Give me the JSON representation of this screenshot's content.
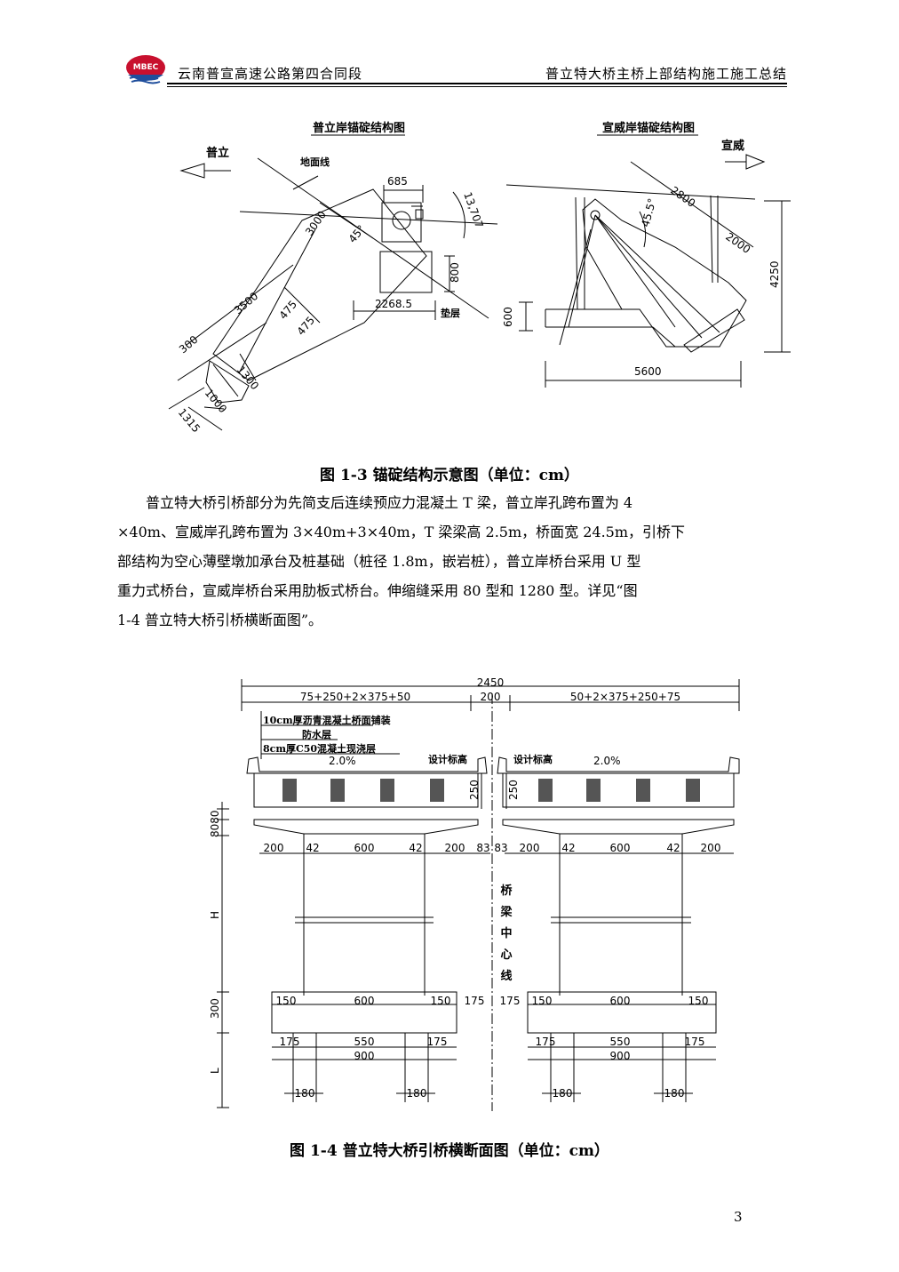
{
  "header": {
    "logo_text": "MBEC",
    "left": "云南普宣高速公路第四合同段",
    "right": "普立特大桥主桥上部结构施工施工总结"
  },
  "fig13": {
    "left_title": "普立岸锚碇结构图",
    "right_title": "宣威岸锚碇结构图",
    "left_arrow": "普立",
    "right_arrow": "宣威",
    "ground_line": "地面线",
    "cushion": "垫层",
    "d685": "685",
    "d13707": "13,707",
    "d3000": "3000",
    "d45": "45°",
    "d800": "800",
    "d22685": "2268.5",
    "d3500": "3500",
    "d475a": "475",
    "d475b": "475",
    "d300": "300",
    "d1300": "1300",
    "d1000": "1000",
    "d1315": "1315",
    "d2800": "2800",
    "d455": "45.5°",
    "d2000": "2000",
    "d4250": "4250",
    "d600": "600",
    "d5600": "5600",
    "caption": "图 1-3 锚碇结构示意图（单位：cm）"
  },
  "paragraph": [
    "普立特大桥引桥部分为先简支后连续预应力混凝土 T 梁，普立岸孔跨布置为 4",
    "×40m、宣威岸孔跨布置为 3×40m+3×40m，T 梁梁高 2.5m，桥面宽 24.5m，引桥下",
    "部结构为空心薄壁墩加承台及桩基础（桩径 1.8m，嵌岩桩），普立岸桥台采用 U 型",
    "重力式桥台，宣威岸桥台采用肋板式桥台。伸缩缝采用 80 型和 1280 型。详见“图",
    "1-4  普立特大桥引桥横断面图”。"
  ],
  "fig14": {
    "total": "2450",
    "left_span": "75+250+2×375+50",
    "mid": "200",
    "right_span": "50+2×375+250+75",
    "layer1": "10cm厚沥青混凝土桥面铺装",
    "layer2": "防水层",
    "layer3": "8cm厚C50混凝土现浇层",
    "design_level_l": "设计标高",
    "design_level_r": "设计标高",
    "slope_l": "2.0%",
    "slope_r": "2.0%",
    "h250_l": "250",
    "h250_r": "250",
    "h8080": "8080",
    "cap_dims_l": [
      "200",
      "42",
      "600",
      "42",
      "200"
    ],
    "gap": [
      "83",
      "83"
    ],
    "cap_dims_r": [
      "200",
      "42",
      "600",
      "42",
      "200"
    ],
    "H": "H",
    "center_text": [
      "桥",
      "梁",
      "中",
      "心",
      "线"
    ],
    "h300": "300",
    "footing_l": [
      "150",
      "600",
      "150"
    ],
    "f175a": "175",
    "f175b": "175",
    "footing_r": [
      "150",
      "600",
      "150"
    ],
    "pile_l": [
      "175",
      "550",
      "175"
    ],
    "pile_l_total": "900",
    "pile_r": [
      "175",
      "550",
      "175"
    ],
    "pile_r_total": "900",
    "L": "L",
    "pile_d": [
      "180",
      "180",
      "180",
      "180"
    ],
    "caption": "图 1-4 普立特大桥引桥横断面图（单位：cm）"
  },
  "page_number": "3"
}
